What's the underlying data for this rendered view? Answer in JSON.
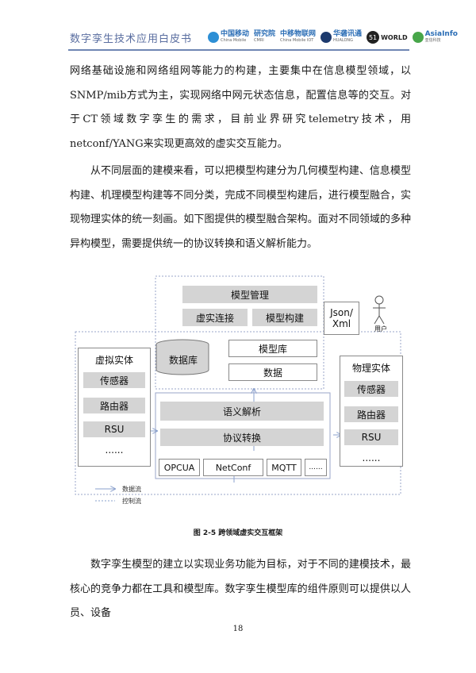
{
  "header": {
    "title": "数字孪生技术应用白皮书",
    "logos": [
      {
        "name": "中国移动",
        "sub": "China Mobile"
      },
      {
        "name": "研究院",
        "sub": "CMRI"
      },
      {
        "name": "中移物联网",
        "sub": "China Mobile IOT"
      },
      {
        "name": "华砻讯通",
        "sub": "HUALONG"
      },
      {
        "name": "WORLD",
        "badge": "51"
      },
      {
        "name": "AsiaInfo",
        "sub": "亚信科技"
      }
    ]
  },
  "paragraphs": [
    "网络基础设施和网络组网等能力的构建，主要集中在信息模型领域，以SNMP/mib方式为主，实现网络中网元状态信息，配置信息等的交互。对于CT领域数字孪生的需求，目前业界研究telemetry技术，用netconf/YANG来实现更高效的虚实交互能力。",
    "从不同层面的建模来看，可以把模型构建分为几何模型构建、信息模型构建、机理模型构建等不同分类，完成不同模型构建后，进行模型融合，实现物理实体的统一刻画。如下图提供的模型融合架构。面对不同领域的多种异构模型，需要提供统一的协议转换和语义解析能力。",
    "数字孪生模型的建立以实现业务功能为目标，对于不同的建模技术，最核心的竞争力都在工具和模型库。数字孪生模型库的组件原则可以提供以人员、设备"
  ],
  "figure": {
    "model_mgmt": "模型管理",
    "virtual_real_link": "虚实连接",
    "model_build": "模型构建",
    "model_lib": "模型库",
    "database": "数据库",
    "data": "数据",
    "json_xml_line1": "Json/",
    "json_xml_line2": "Xml",
    "user": "用户",
    "virtual_entity": {
      "title": "虚拟实体",
      "items": [
        "传感器",
        "路由器",
        "RSU",
        "......"
      ]
    },
    "physical_entity": {
      "title": "物理实体",
      "items": [
        "传感器",
        "路由器",
        "RSU",
        "......"
      ]
    },
    "semantic_parse": "语义解析",
    "protocol_convert": "协议转换",
    "protocols": [
      "OPCUA",
      "NetConf",
      "MQTT",
      "......"
    ],
    "legend": {
      "data_flow": "数据流",
      "control_flow": "控制流"
    }
  },
  "caption": "图 2-5  跨领域虚实交互框架",
  "page_number": "18",
  "colors": {
    "header_text": "#5a6ea0",
    "header_line": "#6f86b3",
    "arrow": "#8aa0cc",
    "box_gray": "#d4d4d4"
  }
}
